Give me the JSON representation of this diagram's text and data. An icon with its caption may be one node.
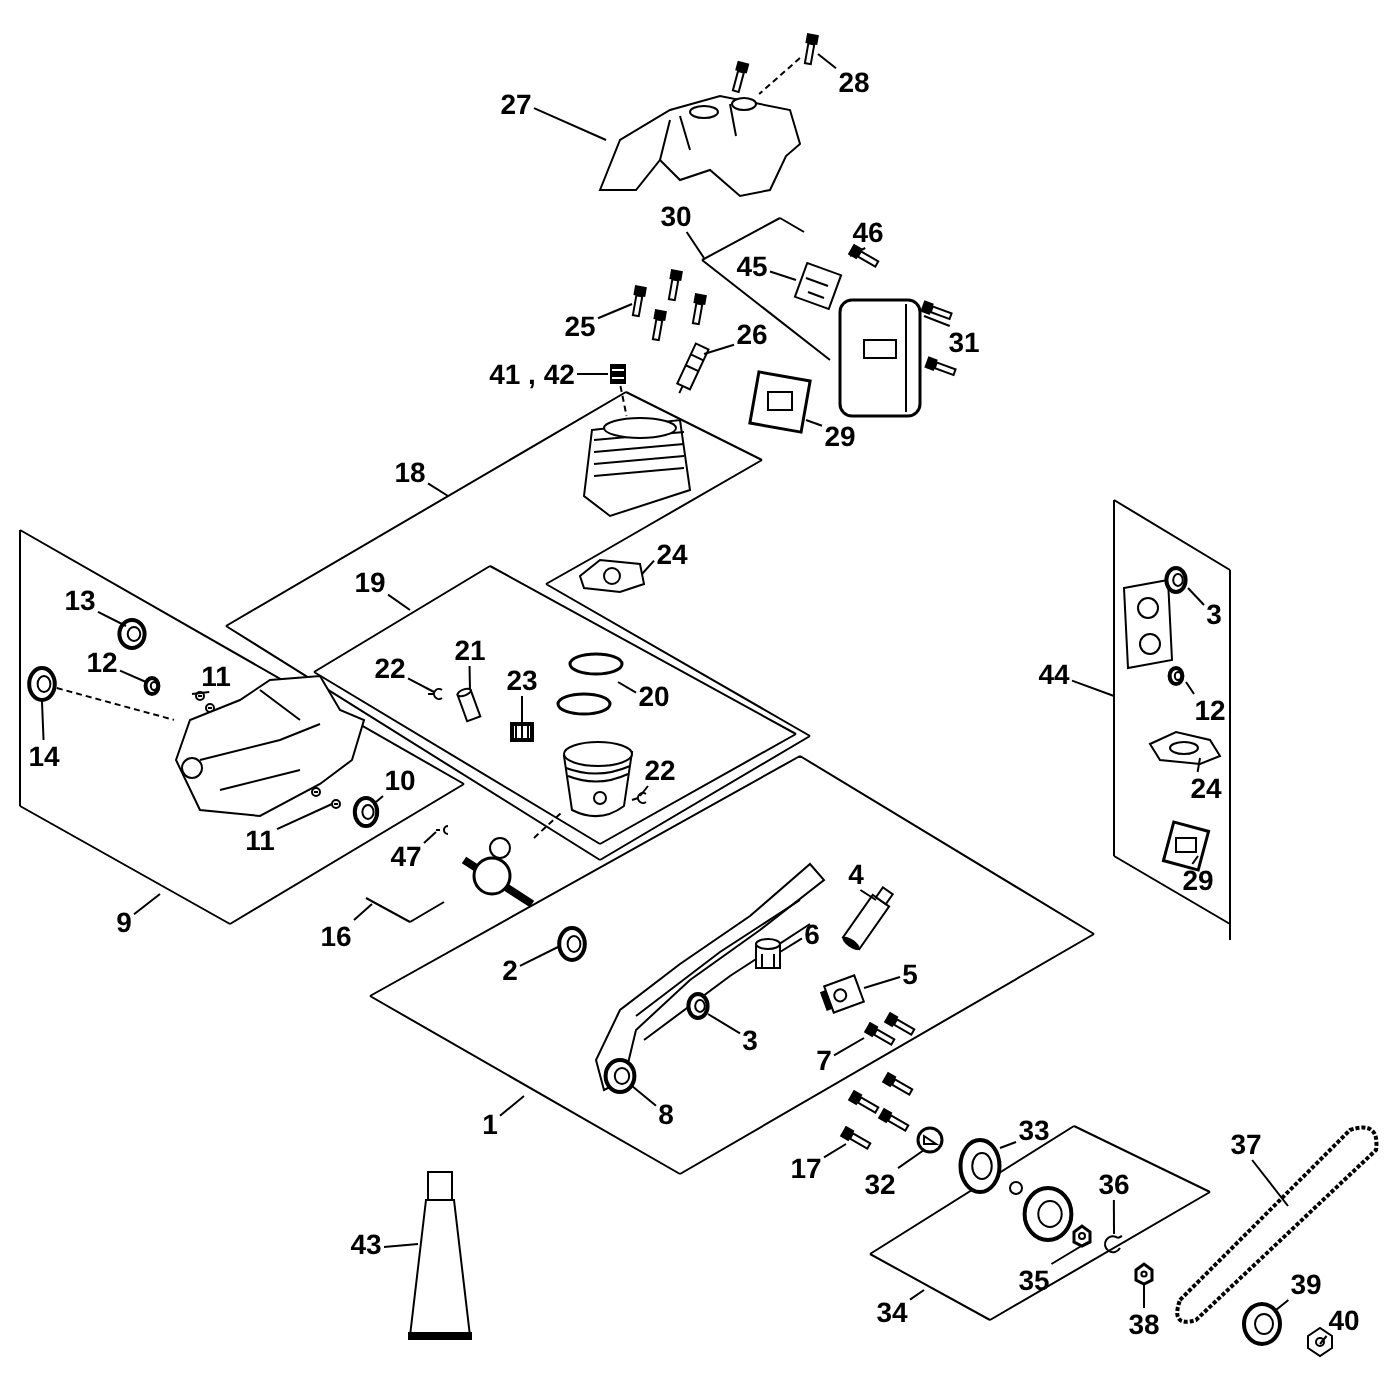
{
  "diagram": {
    "nodes": [
      {
        "text": [
          "27"
        ]
      },
      {
        "text": [
          "28"
        ]
      },
      {
        "text": [
          "30"
        ]
      },
      {
        "text": [
          "46"
        ]
      },
      {
        "text": [
          "45"
        ]
      },
      {
        "text": [
          "25"
        ]
      },
      {
        "text": [
          "26"
        ]
      },
      {
        "text": [
          "31"
        ]
      },
      {
        "text": [
          "41 , 42"
        ]
      },
      {
        "text": [
          "29"
        ]
      },
      {
        "text": [
          "18"
        ]
      },
      {
        "text": [
          "24"
        ]
      },
      {
        "text": [
          "13"
        ]
      },
      {
        "text": [
          "12"
        ]
      },
      {
        "text": [
          "11"
        ]
      },
      {
        "text": [
          "14"
        ]
      },
      {
        "text": [
          "19"
        ]
      },
      {
        "text": [
          "22"
        ]
      },
      {
        "text": [
          "21"
        ]
      },
      {
        "text": [
          "23"
        ]
      },
      {
        "text": [
          "20"
        ]
      },
      {
        "text": [
          "10"
        ]
      },
      {
        "text": [
          "11"
        ]
      },
      {
        "text": [
          "22"
        ]
      },
      {
        "text": [
          "44"
        ]
      },
      {
        "text": [
          "3"
        ]
      },
      {
        "text": [
          "12"
        ]
      },
      {
        "text": [
          "24"
        ]
      },
      {
        "text": [
          "29"
        ]
      },
      {
        "text": [
          "9"
        ]
      },
      {
        "text": [
          "47"
        ]
      },
      {
        "text": [
          "16"
        ]
      },
      {
        "text": [
          "4"
        ]
      },
      {
        "text": [
          "6"
        ]
      },
      {
        "text": [
          "2"
        ]
      },
      {
        "text": [
          "5"
        ]
      },
      {
        "text": [
          "3"
        ]
      },
      {
        "text": [
          "7"
        ]
      },
      {
        "text": [
          "1"
        ]
      },
      {
        "text": [
          "8"
        ]
      },
      {
        "text": [
          "17"
        ]
      },
      {
        "text": [
          "32"
        ]
      },
      {
        "text": [
          "33"
        ]
      },
      {
        "text": [
          "37"
        ]
      },
      {
        "text": [
          "36"
        ]
      },
      {
        "text": [
          "43"
        ]
      },
      {
        "text": [
          "35"
        ]
      },
      {
        "text": [
          "39"
        ]
      },
      {
        "text": [
          "38"
        ]
      },
      {
        "text": [
          "34"
        ]
      },
      {
        "text": [
          "40"
        ]
      },
      {
        "text": [],
        "shape": "picture"
      },
      {
        "text": [],
        "shape": "picture"
      },
      {
        "text": [],
        "shape": "picture"
      },
      {
        "text": [],
        "shape": "picture"
      },
      {
        "text": [],
        "shape": "picture"
      },
      {
        "text": [],
        "shape": "picture"
      },
      {
        "text": [],
        "shape": "picture"
      },
      {
        "text": [],
        "shape": "picture"
      },
      {
        "text": [],
        "shape": "picture"
      },
      {
        "text": [],
        "shape": "picture"
      },
      {
        "text": [],
        "shape": "picture"
      },
      {
        "text": [],
        "shape": "picture"
      },
      {
        "text": [],
        "shape": "picture"
      },
      {
        "text": [],
        "shape": "picture"
      },
      {
        "text": [],
        "shape": "picture"
      },
      {
        "text": [],
        "shape": "picture"
      },
      {
        "text": [],
        "shape": "picture"
      },
      {
        "text": [],
        "shape": "picture"
      },
      {
        "text": [],
        "shape": "picture"
      },
      {
        "text": [],
        "shape": "picture"
      },
      {
        "text": [],
        "shape": "picture"
      },
      {
        "text": [],
        "shape": "picture"
      },
      {
        "text": [],
        "shape": "picture"
      },
      {
        "text": [],
        "shape": "picture"
      },
      {
        "text": [],
        "shape": "picture"
      },
      {
        "text": [],
        "shape": "picture"
      },
      {
        "text": [],
        "shape": "picture"
      },
      {
        "text": [],
        "shape": "picture"
      },
      {
        "text": [],
        "shape": "picture"
      },
      {
        "text": [],
        "shape": "picture"
      },
      {
        "text": [],
        "shape": "picture"
      },
      {
        "text": [],
        "shape": "picture"
      },
      {
        "text": [],
        "shape": "picture"
      },
      {
        "text": [],
        "shape": "picture"
      },
      {
        "text": [],
        "shape": "picture"
      },
      {
        "text": [],
        "shape": "picture"
      },
      {
        "text": [],
        "shape": "picture"
      },
      {
        "text": [],
        "shape": "picture"
      },
      {
        "text": [],
        "shape": "picture"
      },
      {
        "text": [],
        "shape": "picture"
      },
      {
        "text": [],
        "shape": "picture"
      },
      {
        "text": [],
        "shape": "picture"
      },
      {
        "text": [],
        "shape": "picture"
      },
      {
        "text": [],
        "shape": "picture"
      },
      {
        "text": [],
        "shape": "picture"
      },
      {
        "text": [],
        "shape": "picture"
      },
      {
        "text": [],
        "shape": "picture"
      }
    ],
    "edges": [
      {
        "from": 0,
        "to": 51,
        "arrow": "none"
      },
      {
        "from": 1,
        "to": 52,
        "arrow": "none"
      },
      {
        "from": 2,
        "to": null,
        "arrow": "none"
      },
      {
        "from": 3,
        "to": 53,
        "arrow": "none"
      },
      {
        "from": 4,
        "to": 54,
        "arrow": "none"
      },
      {
        "from": 5,
        "to": 55,
        "arrow": "none"
      },
      {
        "from": 6,
        "to": 56,
        "arrow": "none"
      },
      {
        "from": 7,
        "to": 57,
        "arrow": "none"
      },
      {
        "from": 8,
        "to": 58,
        "arrow": "none"
      },
      {
        "from": 9,
        "to": 59,
        "arrow": "none"
      },
      {
        "from": 10,
        "to": null,
        "arrow": "none"
      },
      {
        "from": 11,
        "to": 60,
        "arrow": "none"
      },
      {
        "from": 12,
        "to": 61,
        "arrow": "none"
      },
      {
        "from": 13,
        "to": 62,
        "arrow": "none"
      },
      {
        "from": 14,
        "to": 63,
        "arrow": "none"
      },
      {
        "from": 15,
        "to": 64,
        "arrow": "none"
      },
      {
        "from": 16,
        "to": null,
        "arrow": "none"
      },
      {
        "from": 17,
        "to": 65,
        "arrow": "none"
      },
      {
        "from": 18,
        "to": 66,
        "arrow": "none"
      },
      {
        "from": 19,
        "to": 67,
        "arrow": "none"
      },
      {
        "from": 20,
        "to": 68,
        "arrow": "none"
      },
      {
        "from": 21,
        "to": 69,
        "arrow": "none"
      },
      {
        "from": 22,
        "to": 70,
        "arrow": "none"
      },
      {
        "from": 23,
        "to": 71,
        "arrow": "none"
      },
      {
        "from": 24,
        "to": null,
        "arrow": "none"
      },
      {
        "from": 25,
        "to": 72,
        "arrow": "none"
      },
      {
        "from": 26,
        "to": 73,
        "arrow": "none"
      },
      {
        "from": 27,
        "to": 74,
        "arrow": "none"
      },
      {
        "from": 28,
        "to": 75,
        "arrow": "none"
      },
      {
        "from": 29,
        "to": null,
        "arrow": "none"
      },
      {
        "from": 30,
        "to": 76,
        "arrow": "none"
      },
      {
        "from": 31,
        "to": null,
        "arrow": "none"
      },
      {
        "from": 32,
        "to": 77,
        "arrow": "none"
      },
      {
        "from": 33,
        "to": 78,
        "arrow": "none"
      },
      {
        "from": 34,
        "to": 79,
        "arrow": "none"
      },
      {
        "from": 35,
        "to": 80,
        "arrow": "none"
      },
      {
        "from": 36,
        "to": 81,
        "arrow": "none"
      },
      {
        "from": 37,
        "to": 82,
        "arrow": "none"
      },
      {
        "from": 38,
        "to": null,
        "arrow": "none"
      },
      {
        "from": 39,
        "to": 83,
        "arrow": "none"
      },
      {
        "from": 40,
        "to": 84,
        "arrow": "none"
      },
      {
        "from": 41,
        "to": 85,
        "arrow": "none"
      },
      {
        "from": 42,
        "to": 86,
        "arrow": "none"
      },
      {
        "from": 43,
        "to": 87,
        "arrow": "none"
      },
      {
        "from": 44,
        "to": 88,
        "arrow": "none"
      },
      {
        "from": 45,
        "to": 89,
        "arrow": "none"
      },
      {
        "from": 46,
        "to": 90,
        "arrow": "none"
      },
      {
        "from": 47,
        "to": 91,
        "arrow": "none"
      },
      {
        "from": 48,
        "to": 92,
        "arrow": "none"
      },
      {
        "from": 49,
        "to": null,
        "arrow": "none"
      },
      {
        "from": 50,
        "to": 93,
        "arrow": "none"
      },
      {
        "from": 52,
        "to": 51,
        "arrow": "none",
        "style": "dashed"
      },
      {
        "from": 58,
        "to": 94,
        "arrow": "none",
        "style": "dashed"
      },
      {
        "from": 64,
        "to": 95,
        "arrow": "none",
        "style": "dashed"
      },
      {
        "from": 97,
        "to": 96,
        "arrow": "none",
        "style": "dashed"
      }
    ]
  }
}
